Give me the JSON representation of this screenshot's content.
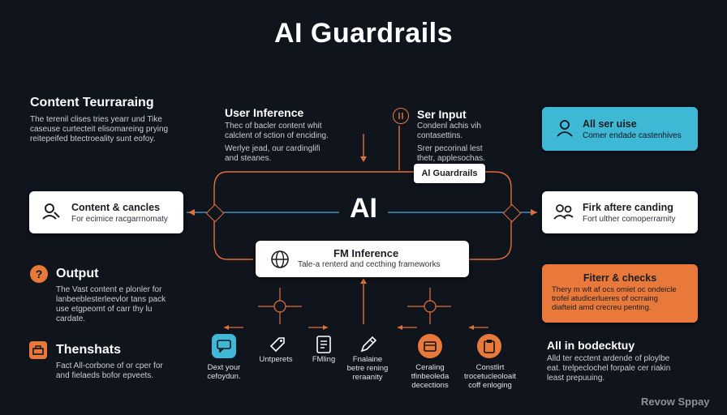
{
  "title": "AI Guardrails",
  "center_label": "AI",
  "watermark": "Revow Sppay",
  "left": {
    "content": {
      "heading": "Content Teurraraing",
      "text": "The terenil clises tries yearr und Tike\ncaseuse curtecteit elisomareing prying\nreitepeifed btectroeality sunt eofoy."
    },
    "card1": {
      "title": "Content & cancles",
      "subtitle": "For ecimice racgarrnomaty"
    },
    "output": {
      "heading": "Output",
      "text": "The Vast content e plonler for\nlanbeeblesterleevlor tans pack\nuse etgpeomt of carr thy lu\ncardate."
    },
    "tools": {
      "heading": "Thenshats",
      "text": "Fact All-corbone of or cper for\nand fielaeds bofor epveets."
    }
  },
  "top": {
    "user_inference": {
      "heading": "User Inference",
      "text1": "Thec of bacler content whit\ncalclent of sction of enciding.",
      "text2": "Werlye jead, our cardinglifi\nand steanes."
    },
    "ser_input": {
      "heading": "Ser Input",
      "text1": "Condenl achis vih\ncontasettins.",
      "text2": "Srer pecorinal lest\nthetr, applesochas."
    },
    "guardrails_tag": "Al Guardrails"
  },
  "center": {
    "fm": {
      "title": "FM Inference",
      "subtitle": "Tale-a renterd and cecthing frameworks"
    }
  },
  "right": {
    "user_use": {
      "title": "All ser uise",
      "subtitle": "Comer endade castenhives"
    },
    "card2": {
      "title": "Firk aftere canding",
      "subtitle": "Fort ulther comoperramity"
    },
    "filter": {
      "title": "Fiterr & checks",
      "text": "Thery m wlt af ocs omiet oc ondeicle\ntrofel atudicerlueres of ocrraing\ndiafteid amd crecreu penting."
    },
    "bottom": {
      "heading": "All in bodecktuy",
      "text": "Alld ter ecctent ardende of ploylbe\neat. trelpeclochel forpale cer riakin\nleast prepuuing."
    }
  },
  "tools": [
    {
      "label": "Dext your\ncefoydun.",
      "color": "#3fb8d6",
      "icon": "chat-icon"
    },
    {
      "label": "Untperets",
      "color": "",
      "icon": "tag-icon"
    },
    {
      "label": "FMling",
      "color": "",
      "icon": "document-icon"
    },
    {
      "label": "Fnalaine\nbetre rening\nreraanity",
      "color": "",
      "icon": "pen-icon"
    },
    {
      "label": "Ceraling\ntfinbeoleda\ndecections",
      "color": "#e8793a",
      "icon": "calendar-icon"
    },
    {
      "label": "Constlirt\ntrocetucleoloait\ncoff enloging",
      "color": "#e8793a",
      "icon": "clipboard-icon"
    }
  ],
  "colors": {
    "background": "#10141d",
    "accent_orange": "#e8793a",
    "accent_cyan": "#3fb8d6",
    "line_blue": "#3d8fc4"
  }
}
